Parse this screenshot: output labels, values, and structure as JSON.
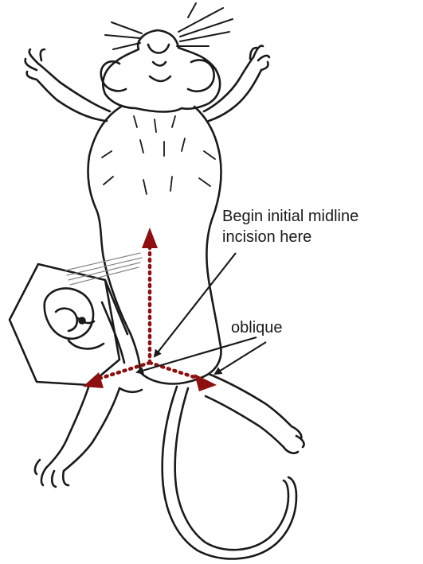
{
  "labels": {
    "midline_line1": "Begin initial midline",
    "midline_line2": "incision here",
    "oblique": "oblique"
  },
  "colors": {
    "ink": "#1a1a1a",
    "incision": "#8e0f0f",
    "background": "#ffffff"
  },
  "figure": {
    "subject": "mouse supine, ventral view, line drawing",
    "icons": [
      "mouse-outline-icon",
      "hexagonal-flap-icon",
      "incision-arrow-icon",
      "pointer-arrow-icon"
    ]
  }
}
